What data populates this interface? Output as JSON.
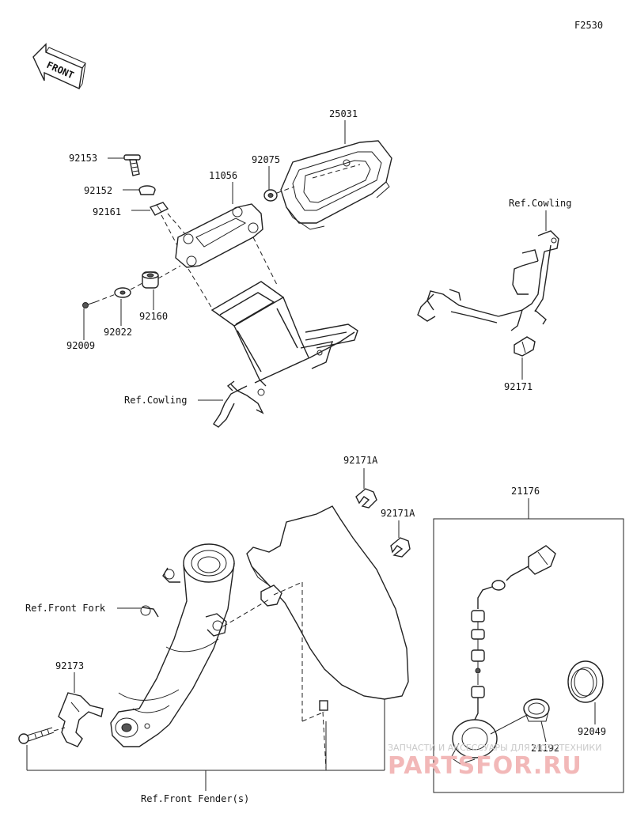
{
  "figure_code": "F2530",
  "front_arrow": {
    "label": "FRONT"
  },
  "parts": {
    "p25031": "25031",
    "p92153": "92153",
    "p92075": "92075",
    "p11056": "11056",
    "p92152": "92152",
    "p92161": "92161",
    "p92160": "92160",
    "p92022": "92022",
    "p92009": "92009",
    "p92171": "92171",
    "p92171a_1": "92171A",
    "p92171a_2": "92171A",
    "p21176": "21176",
    "p92173": "92173",
    "p92049": "92049",
    "p21192": "21192"
  },
  "refs": {
    "cowling_left": "Ref.Cowling",
    "cowling_right": "Ref.Cowling",
    "front_fork": "Ref.Front Fork",
    "front_fender": "Ref.Front Fender(s)"
  },
  "watermark": {
    "line1": "ЗАПЧАСТИ И АКСЕССУАРЫ ДЛЯ МОТОТЕХНИКИ",
    "line2": "PARTSFOR.RU"
  }
}
